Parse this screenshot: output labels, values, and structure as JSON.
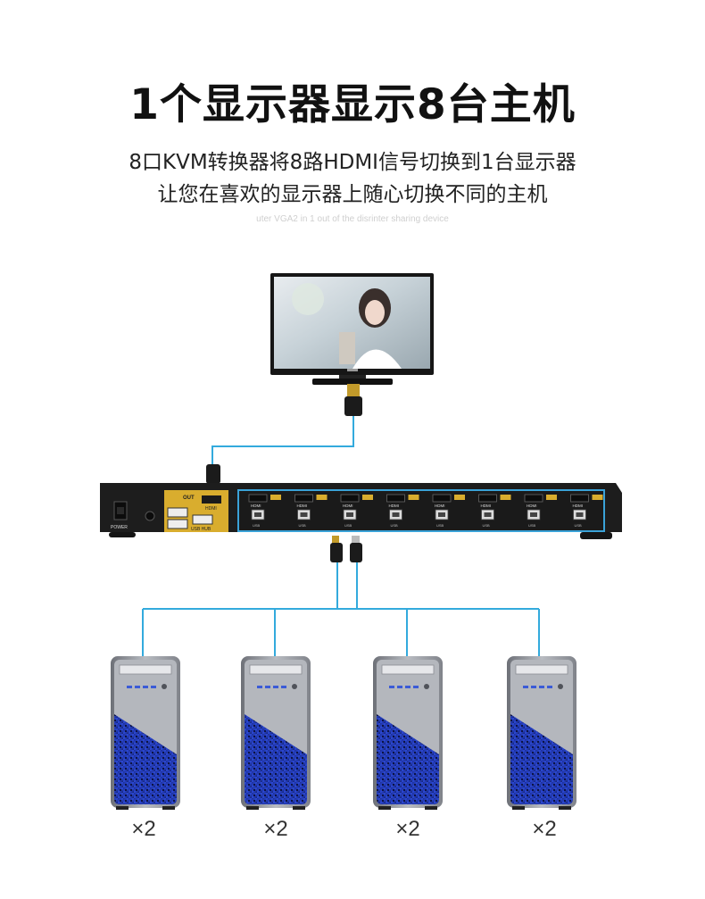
{
  "heading": {
    "title": "1个显示器显示8台主机",
    "line1": "8口KVM转换器将8路HDMI信号切换到1台显示器",
    "line2": "让您在喜欢的显示器上随心切换不同的主机",
    "faint_caption": "uter VGA2 in 1 out of the disrinter sharing device"
  },
  "kvm": {
    "out_label": "OUT",
    "hdmi_label": "HDMI",
    "usb_hub_label": "USB HUB",
    "power_label": "POWER",
    "port_labels": [
      "HDMI",
      "HDMI",
      "HDMI",
      "HDMI",
      "HDMI",
      "HDMI",
      "HDMI",
      "HDMI"
    ],
    "usb_port_label": "USB"
  },
  "computers": [
    {
      "qty": "×2"
    },
    {
      "qty": "×2"
    },
    {
      "qty": "×2"
    },
    {
      "qty": "×2"
    }
  ],
  "colors": {
    "cable": "#33aadd",
    "gold_panel": "#d9ad2e",
    "port_outline": "#3aa2d8",
    "device_body": "#1d1d1d",
    "tower_blue": "#2540c8"
  }
}
